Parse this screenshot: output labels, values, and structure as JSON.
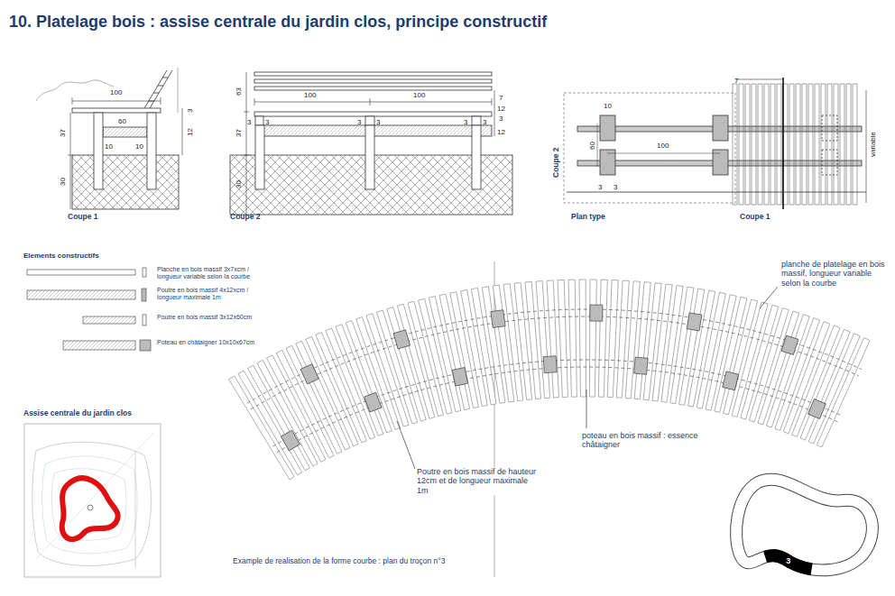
{
  "diagram": {
    "title": "10. Platelage bois : assise centrale du jardin clos, principe constructif",
    "labels": [
      "Coupe 1",
      "100",
      "3",
      "37",
      "60",
      "12",
      "10",
      "10",
      "30",
      "Coupe 2",
      "63",
      "100",
      "100",
      "7",
      "12",
      "3",
      "12",
      "37",
      "3",
      "3",
      "3",
      "3",
      "3",
      "3",
      "30",
      "Plan type",
      "10",
      "60",
      "100",
      "3",
      "3",
      "7",
      "Coupe 2",
      "Coupe 1",
      "variable",
      "Elements constructifs",
      "Assise centrale du jardin clos",
      "planche de platelage en bois massif, longueur variable selon la courbe",
      "poteau en bois massif : essence châtaigner",
      "Poutre en bois massif de hauteur 12cm et de longueur maximale 1m",
      "Example de realisation de la forme courbe : plan du troçon n°3",
      "3"
    ],
    "legend": [
      {
        "text": "Planche en bois massif 3x7xcm / longueur variable selon la courbe"
      },
      {
        "text": "Poutre en bois massif 4x12xcm / longueur maximale 1m"
      },
      {
        "text": "Poutre en bois massif 3x12x60cm"
      },
      {
        "text": "Poteau en châtaigner 10x10x67cm"
      }
    ]
  }
}
